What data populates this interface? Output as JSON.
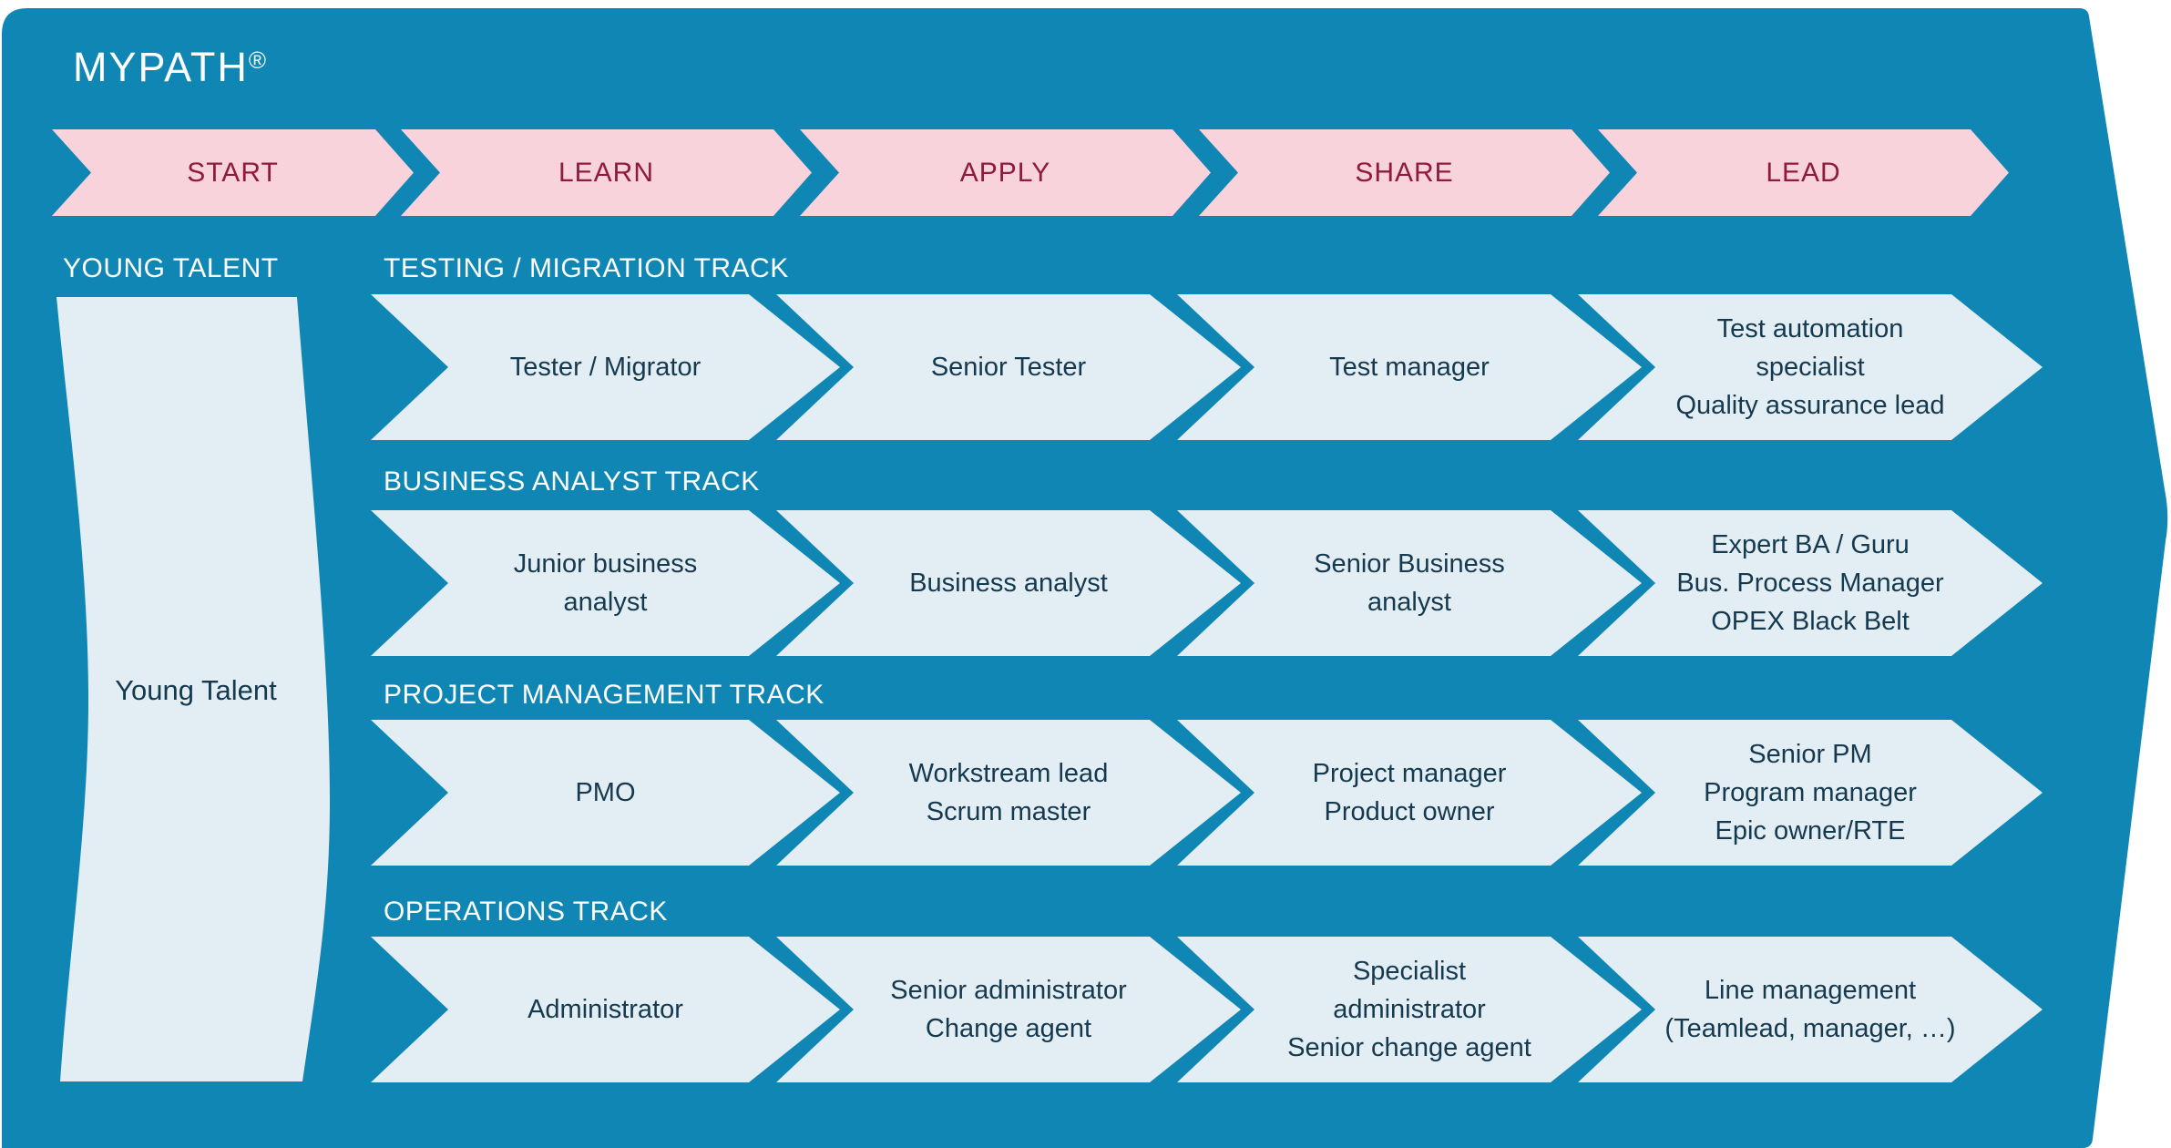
{
  "title": {
    "brand": "MYPATH",
    "registered": "®"
  },
  "phases": [
    "START",
    "LEARN",
    "APPLY",
    "SHARE",
    "LEAD"
  ],
  "young_talent": {
    "header": "YOUNG TALENT",
    "label": "Young Talent"
  },
  "tracks": [
    {
      "header": "TESTING / MIGRATION TRACK",
      "roles": [
        [
          "Tester / Migrator"
        ],
        [
          "Senior Tester"
        ],
        [
          "Test manager"
        ],
        [
          "Test automation",
          "specialist",
          "Quality assurance lead"
        ]
      ]
    },
    {
      "header": "BUSINESS ANALYST TRACK",
      "roles": [
        [
          "Junior business",
          "analyst"
        ],
        [
          "Business analyst"
        ],
        [
          "Senior Business",
          "analyst"
        ],
        [
          "Expert BA / Guru",
          "Bus. Process Manager",
          "OPEX Black Belt"
        ]
      ]
    },
    {
      "header": "PROJECT MANAGEMENT TRACK",
      "roles": [
        [
          "PMO"
        ],
        [
          "Workstream lead",
          "Scrum master"
        ],
        [
          "Project manager",
          "Product owner"
        ],
        [
          "Senior PM",
          "Program manager",
          "Epic owner/RTE"
        ]
      ]
    },
    {
      "header": "OPERATIONS TRACK",
      "roles": [
        [
          "Administrator"
        ],
        [
          "Senior administrator",
          "Change agent"
        ],
        [
          "Specialist",
          "administrator",
          "Senior change agent"
        ],
        [
          "Line management",
          "(Teamlead, manager, …)"
        ]
      ]
    }
  ],
  "colors": {
    "background_blue": "#1086b4",
    "phase_pink": "#f9d3dc",
    "phase_text_red": "#8e1b3e",
    "arrow_light_blue": "#e3eef4",
    "role_text_navy": "#15394f",
    "header_text_white": "#ffffff"
  }
}
